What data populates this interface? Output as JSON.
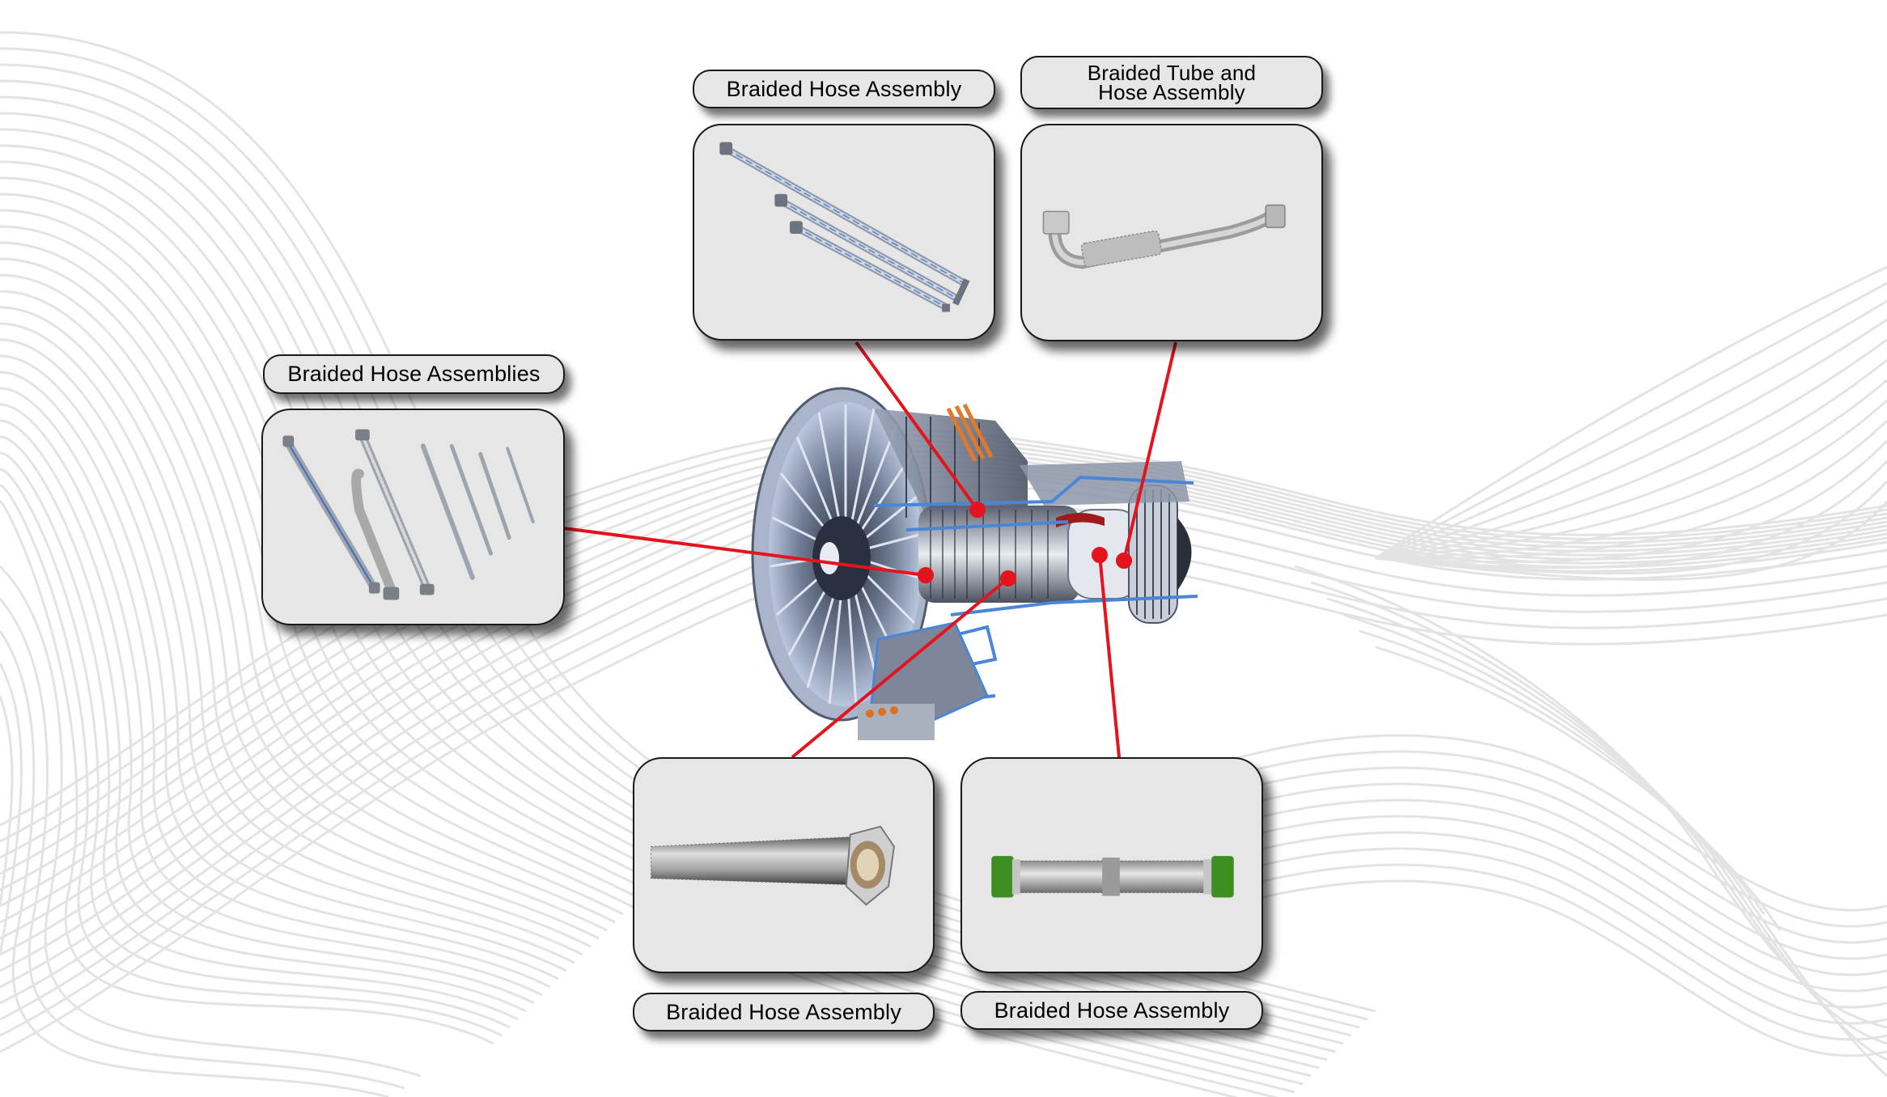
{
  "diagram": {
    "subject": "Turbofan jet engine cutaway",
    "leader_color": "#e3141e",
    "panel_fill": "#e6e6e6",
    "callouts": [
      {
        "id": "top-center",
        "label": "Braided Hose Assembly",
        "product": "three straight braided hoses with hex end fittings"
      },
      {
        "id": "top-right",
        "label_line1": "Braided Tube and",
        "label_line2": "Hose Assembly",
        "product": "bent tube with braided hose section and hex fittings"
      },
      {
        "id": "left",
        "label": "Braided Hose Assemblies",
        "product": "set of six braided hose assemblies with elbow fittings"
      },
      {
        "id": "bottom-left",
        "label": "Braided Hose Assembly",
        "product": "large-bore braided hose with hex flange"
      },
      {
        "id": "bottom-right",
        "label": "Braided Hose Assembly",
        "product": "braided hose with green end fittings"
      }
    ]
  }
}
